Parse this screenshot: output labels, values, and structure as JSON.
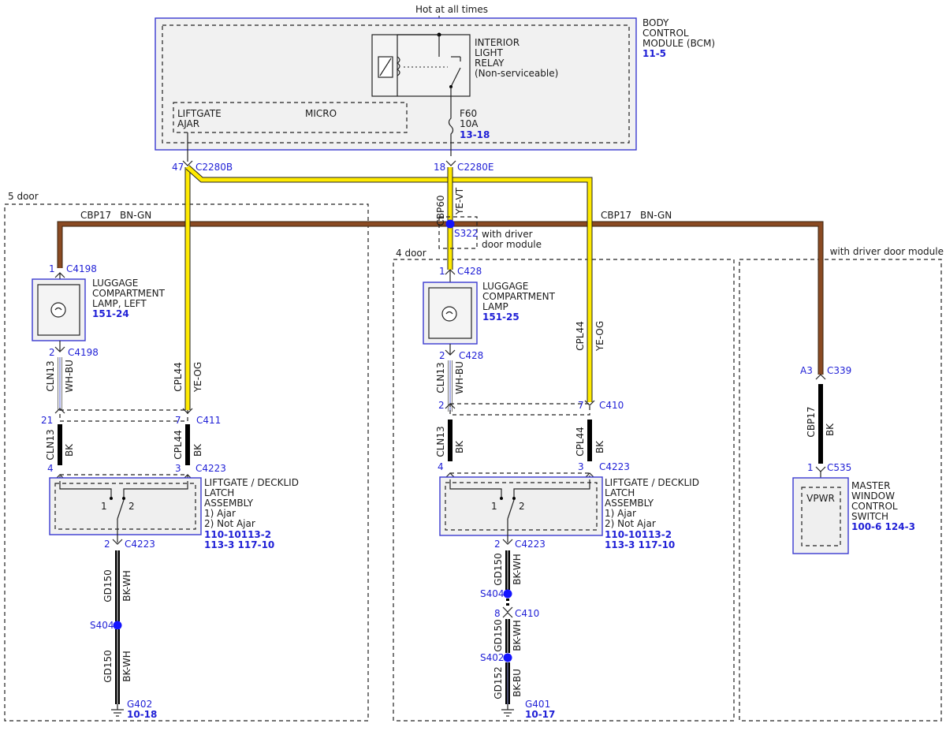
{
  "top": {
    "hot_label": "Hot at all times"
  },
  "bcm": {
    "name_lines": [
      "BODY",
      "CONTROL",
      "MODULE (BCM)"
    ],
    "ref": "11-5",
    "relay_lines": [
      "INTERIOR",
      "LIGHT",
      "RELAY",
      "(Non-serviceable)"
    ],
    "liftgate_lines": [
      "LIFTGATE",
      "AJAR"
    ],
    "micro": "MICRO",
    "fuse_name": "F60",
    "fuse_rating": "10A",
    "fuse_ref": "13-18"
  },
  "bcm_connectors": {
    "left_pin": "47",
    "left_conn": "C2280B",
    "right_pin": "18",
    "right_conn": "C2280E"
  },
  "sections": {
    "five_door": "5 door",
    "four_door": "4 door",
    "driver_module": "with driver door module"
  },
  "bn_circuit": {
    "name": "CBP17",
    "color": "BN-GN"
  },
  "splice_s322": {
    "label": "S322",
    "note_lines": [
      "with driver",
      "door module"
    ]
  },
  "cbp60": {
    "name": "CBP60",
    "color": "YE-VT"
  },
  "left": {
    "lamp": {
      "pin_top": "1",
      "conn_top": "C4198",
      "lines": [
        "LUGGAGE",
        "COMPARTMENT",
        "LAMP, LEFT"
      ],
      "ref": "151-24",
      "pin_bottom": "2",
      "conn_bottom": "C4198"
    },
    "cln13_wire": {
      "name": "CLN13",
      "color": "WH-BU"
    },
    "cpl44_wire": {
      "name": "CPL44",
      "color": "YE-OG"
    },
    "pin21": "21",
    "pin7": "7",
    "c411": "C411",
    "cln13_bk": {
      "name": "CLN13",
      "color": "BK"
    },
    "cpl44_bk": {
      "name": "CPL44",
      "color": "BK"
    },
    "latch_pin4": "4",
    "latch_pin3": "3",
    "latch_conn": "C4223",
    "latch": {
      "lines": [
        "LIFTGATE / DECKLID",
        "LATCH",
        "ASSEMBLY",
        "1) Ajar",
        "2) Not Ajar"
      ],
      "refs1": "110-10113-2",
      "refs2": "113-3  117-10",
      "sw1": "1",
      "sw2": "2"
    },
    "latch_pin2": "2",
    "latch_conn2": "C4223",
    "gd150a": {
      "name": "GD150",
      "color": "BK-WH"
    },
    "splice": "S404",
    "gd150b": {
      "name": "GD150",
      "color": "BK-WH"
    },
    "ground": "G402",
    "ground_ref": "10-18"
  },
  "middle": {
    "lamp": {
      "pin_top": "1",
      "conn_top": "C428",
      "lines": [
        "LUGGAGE",
        "COMPARTMENT",
        "LAMP"
      ],
      "ref": "151-25",
      "pin_bottom": "2",
      "conn_bottom": "C428"
    },
    "cln13_wire": {
      "name": "CLN13",
      "color": "WH-BU"
    },
    "cpl44_wire": {
      "name": "CPL44",
      "color": "YE-OG"
    },
    "pin2": "2",
    "pin7": "7",
    "c410": "C410",
    "cln13_bk": {
      "name": "CLN13",
      "color": "BK"
    },
    "cpl44_bk": {
      "name": "CPL44",
      "color": "BK"
    },
    "latch_pin4": "4",
    "latch_pin3": "3",
    "latch_conn": "C4223",
    "latch": {
      "lines": [
        "LIFTGATE / DECKLID",
        "LATCH",
        "ASSEMBLY",
        "1) Ajar",
        "2) Not Ajar"
      ],
      "refs1": "110-10113-2",
      "refs2": "113-3  117-10",
      "sw1": "1",
      "sw2": "2"
    },
    "latch_pin2": "2",
    "latch_conn2": "C4223",
    "gd150a": {
      "name": "GD150",
      "color": "BK-WH"
    },
    "splice404": "S404",
    "pin8": "8",
    "c410b": "C410",
    "gd150b": {
      "name": "GD150",
      "color": "BK-WH"
    },
    "splice402": "S402",
    "gd152": {
      "name": "GD152",
      "color": "BK-BU"
    },
    "ground": "G401",
    "ground_ref": "10-17"
  },
  "right": {
    "pin_a3": "A3",
    "conn_c339": "C339",
    "cbp17_bk": {
      "name": "CBP17",
      "color": "BK"
    },
    "pin1": "1",
    "conn_c535": "C535",
    "vpwr": "VPWR",
    "switch_lines": [
      "MASTER",
      "WINDOW",
      "CONTROL",
      "SWITCH"
    ],
    "switch_refs": "100-6 124-3"
  }
}
